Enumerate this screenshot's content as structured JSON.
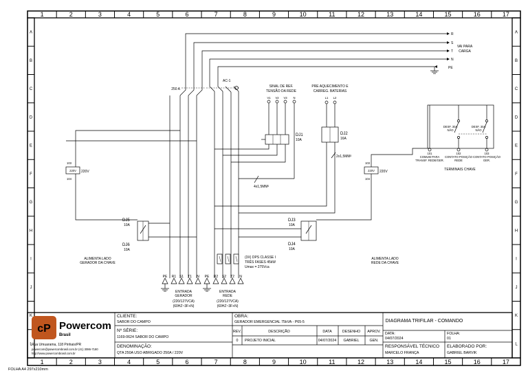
{
  "grid": {
    "columns": [
      "1",
      "2",
      "3",
      "4",
      "5",
      "6",
      "7",
      "8",
      "9",
      "10",
      "11",
      "12",
      "13",
      "14",
      "15",
      "16",
      "17"
    ],
    "rows": [
      "A",
      "B",
      "C",
      "D",
      "E",
      "F",
      "G",
      "H",
      "I",
      "J",
      "K",
      "L"
    ]
  },
  "load": {
    "terminals": [
      "R",
      "S",
      "T",
      "N",
      "PE"
    ],
    "label_line1": "VAI PARA",
    "label_line2": "CARGA"
  },
  "main_breaker": {
    "label": "250 A"
  },
  "ac_label": "AC-1",
  "voltage_signal": {
    "title_line1": "SINAL DE REF.",
    "title_line2": "TENSÃO DA REDE",
    "terminals": [
      "V1",
      "V2",
      "V3",
      "N"
    ]
  },
  "battery_heating": {
    "title_line1": "PRE AQUECIMENTO E",
    "title_line2": "CARREG. BATERIAS",
    "terminals": [
      "L1",
      "L2"
    ]
  },
  "breakers": {
    "dj1": {
      "name": "DJ1",
      "rating": "10A"
    },
    "dj2": {
      "name": "DJ2",
      "rating": "16A"
    },
    "dj3": {
      "name": "DJ3",
      "rating": "10A"
    },
    "dj4": {
      "name": "DJ4",
      "rating": "10A"
    },
    "dj5": {
      "name": "DJ5",
      "rating": "10A"
    },
    "dj6": {
      "name": "DJ6",
      "rating": "10A"
    }
  },
  "cables": {
    "c1": "4x1,5MM²",
    "c2": "2x1,5MM²"
  },
  "relays": {
    "left": {
      "code": "220V",
      "coil": "220V",
      "top": "103",
      "bottom": "104"
    },
    "right": {
      "code": "220V",
      "coil": "220V",
      "top": "103",
      "bottom": "104"
    }
  },
  "key_terminals": {
    "title": "TERMINAIS CHAVE",
    "contact1": {
      "line1": "DESF. 30A",
      "line2": "NÃO"
    },
    "contact2": {
      "line1": "DESF. 30A",
      "line2": "NÃO"
    },
    "labels": [
      {
        "num": "101",
        "line1": "COMUM PARA",
        "line2": "TRANSF. REDE/GER."
      },
      {
        "num": "102",
        "line1": "CONTATO POSIÇÃO",
        "line2": "REDE"
      },
      {
        "num": "103",
        "line1": "CONTATO POSIÇÃO",
        "line2": "GER."
      }
    ]
  },
  "feeds": {
    "left": {
      "line1": "ALIMENTA LADO",
      "line2": "GERADOR DA CHAVE"
    },
    "right": {
      "line1": "ALIMENTA LADO",
      "line2": "REDE DA CHAVE"
    }
  },
  "dps": {
    "line1": "(3X) DPS CLASSE I",
    "line2": "TRÊS FASES 45kW",
    "line3": "Umax = 275Vca"
  },
  "inputs": {
    "generator": {
      "terminals": [
        "PE",
        "R1",
        "S1",
        "T1",
        "N"
      ],
      "title": "ENTRADA",
      "subtitle": "GERADOR",
      "spec1": "(220/127VCA)",
      "spec2": "(60HZ~3F+N)"
    },
    "grid": {
      "terminals": [
        "PE",
        "R2",
        "S2",
        "T2",
        "N"
      ],
      "title": "ENTRADA",
      "subtitle": "REDE",
      "spec1": "(220/127VCA)",
      "spec2": "(60HZ~3F+N)"
    }
  },
  "company": {
    "logo_letters": "cP",
    "name": "Powercom",
    "sub": "Brasil",
    "address": "Rua Umuarama, 118 Pinhais/PR",
    "contact": "powercom@powercombrasil.com.br (41) 3086-7180",
    "site": "http://www.powercombrasil.com.br",
    "brand_color": "#c0561e",
    "brand_dark": "#1f3f66"
  },
  "title_block": {
    "cliente_label": "CLIENTE:",
    "cliente_value": "SABOR DO CAMPO",
    "obra_label": "OBRA:",
    "obra_value": "GERADOR EMERGENCIAL 75kVA - P65-5",
    "diagram_title": "DIAGRAMA TRIFILAR - COMANDO",
    "serie_label": "Nº SÉRIE:",
    "serie_value": "1169-0624 SABOR DO CAMPO",
    "denom_label": "DENOMINAÇÃO:",
    "denom_value": "QTA 250A USO ABRIGADO 250A / 220V",
    "rev_headers": [
      "REV.",
      "DESCRIÇÃO",
      "DATA",
      "DESENHO",
      "APROV."
    ],
    "rev_row": [
      "0",
      "PROJETO INICIAL",
      "04/07/2024",
      "GABRIEL",
      "GEN."
    ],
    "data_label": "DATA:",
    "data_value": "04/07/2024",
    "folha_label": "FOLHA:",
    "folha_value": "01",
    "resp_label": "RESPONSÁVEL TÉCNICO",
    "resp_value": "MARCELO FRANÇA",
    "elab_label": "ELABORADO POR:",
    "elab_value": "GABRIEL BARVIK"
  },
  "sheet_note": "FOLHA A4 297x210mm"
}
